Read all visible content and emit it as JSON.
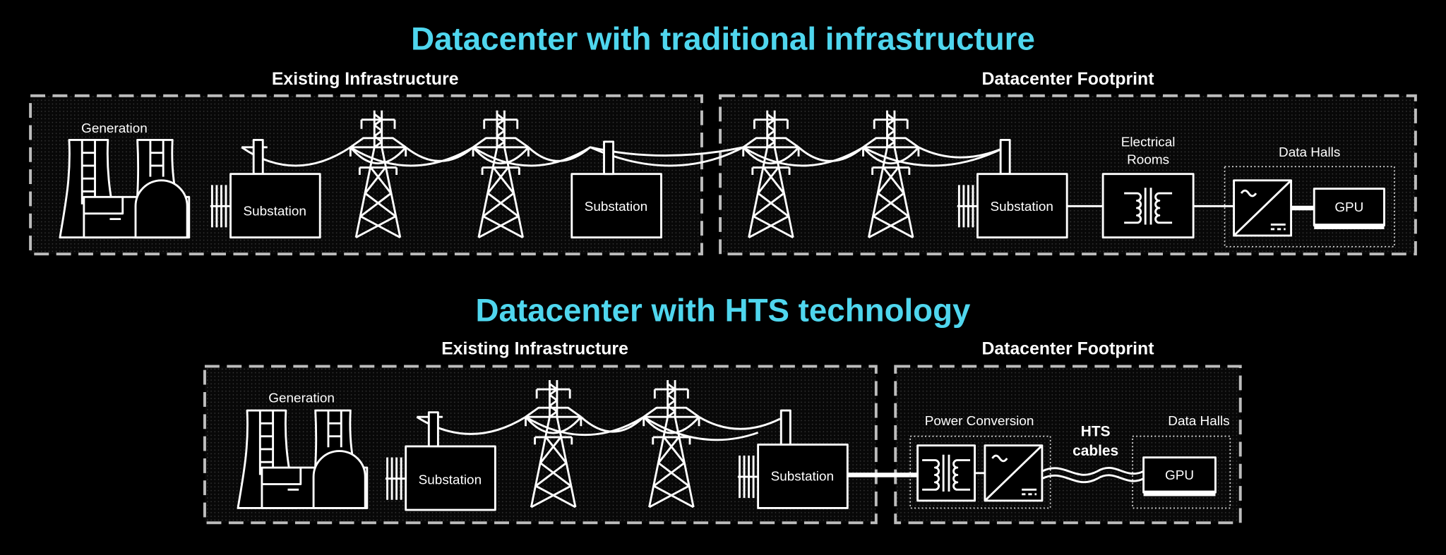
{
  "colors": {
    "title": "#4fd6ee",
    "background": "#000000",
    "line": "#ffffff",
    "frame": "#bdbdbd"
  },
  "traditional": {
    "title": "Datacenter with traditional infrastructure",
    "existing_label": "Existing Infrastructure",
    "footprint_label": "Datacenter Footprint",
    "generation": "Generation",
    "substation_1": "Substation",
    "substation_2": "Substation",
    "substation_3": "Substation",
    "electrical_rooms_line1": "Electrical",
    "electrical_rooms_line2": "Rooms",
    "data_halls": "Data Halls",
    "gpu": "GPU"
  },
  "hts": {
    "title": "Datacenter with HTS technology",
    "existing_label": "Existing Infrastructure",
    "footprint_label": "Datacenter Footprint",
    "generation": "Generation",
    "substation_1": "Substation",
    "substation_2": "Substation",
    "power_conversion": "Power Conversion",
    "hts_cables_line1": "HTS",
    "hts_cables_line2": "cables",
    "data_halls": "Data Halls",
    "gpu": "GPU"
  }
}
